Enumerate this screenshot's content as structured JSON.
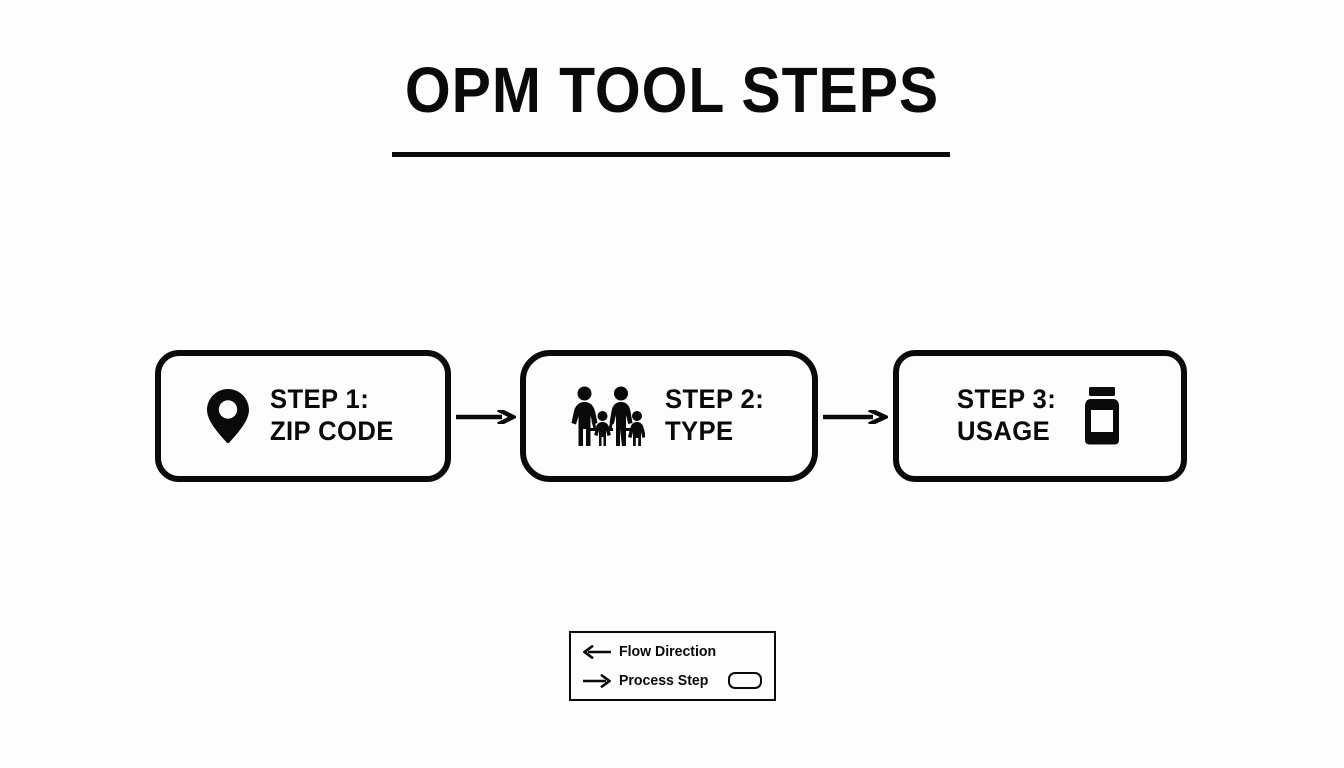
{
  "background_color": "#fdfdfd",
  "ink_color": "#0a0a0a",
  "header": {
    "title": "OPM TOOL STEPS"
  },
  "flow": {
    "steps": [
      {
        "icon": "map-pin-icon",
        "icon_side": "left",
        "line1": "STEP 1:",
        "line2": "ZIP CODE"
      },
      {
        "icon": "family-icon",
        "icon_side": "left",
        "line1": "STEP 2:",
        "line2": "TYPE"
      },
      {
        "icon": "pill-bottle-icon",
        "icon_side": "right",
        "line1": "STEP 3:",
        "line2": "USAGE"
      }
    ],
    "connectors": [
      {
        "icon": "arrow-right-icon",
        "direction": "right"
      },
      {
        "icon": "arrow-right-icon",
        "direction": "right"
      }
    ]
  },
  "legend": {
    "rows": [
      {
        "icon": "arrow-left-icon",
        "label": "Flow Direction",
        "has_swatch": false
      },
      {
        "icon": "arrow-right-icon",
        "label": "Process Step",
        "has_swatch": true
      }
    ]
  }
}
